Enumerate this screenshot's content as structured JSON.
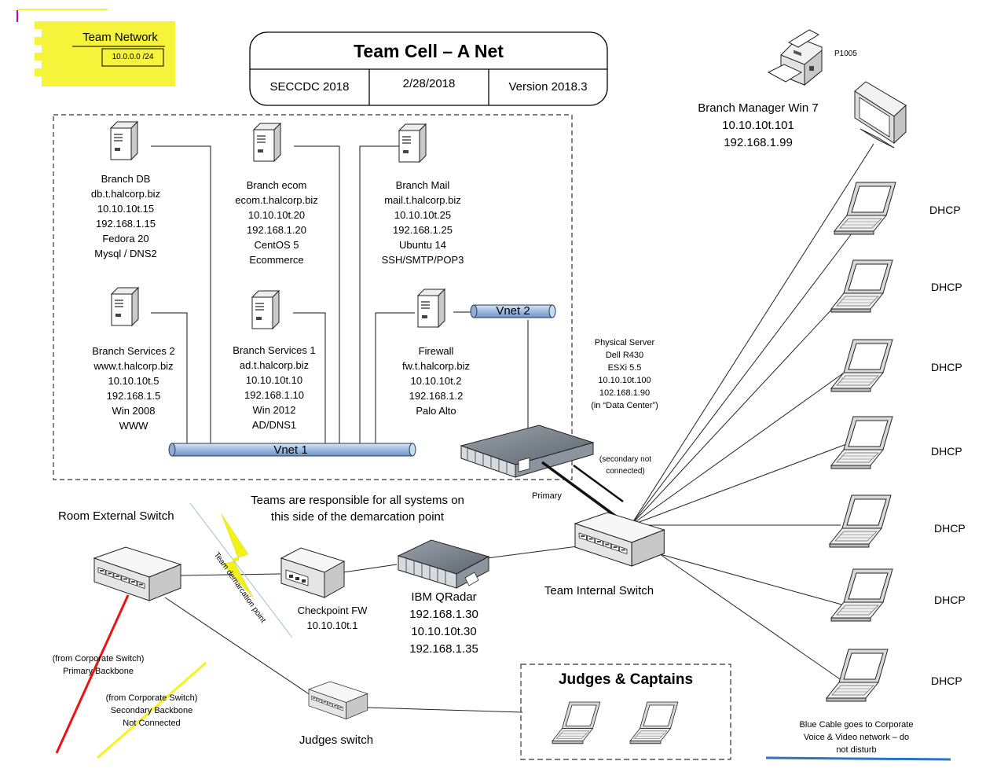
{
  "team_network": {
    "title": "Team Network",
    "subnet": "10.0.0.0 /24"
  },
  "title_block": {
    "title": "Team Cell – A Net",
    "event": "SECCDC 2018",
    "date": "2/28/2018",
    "version": "Version 2018.3"
  },
  "servers": [
    {
      "lines": [
        "Branch DB",
        "db.t.halcorp.biz",
        "10.10.10t.15",
        "192.168.1.15",
        "Fedora 20",
        "Mysql / DNS2"
      ]
    },
    {
      "lines": [
        "Branch ecom",
        "ecom.t.halcorp.biz",
        "10.10.10t.20",
        "192.168.1.20",
        "CentOS 5",
        "Ecommerce"
      ]
    },
    {
      "lines": [
        "Branch Mail",
        "mail.t.halcorp.biz",
        "10.10.10t.25",
        "192.168.1.25",
        "Ubuntu 14",
        "SSH/SMTP/POP3"
      ]
    },
    {
      "lines": [
        "Branch Services 2",
        "www.t.halcorp.biz",
        "10.10.10t.5",
        "192.168.1.5",
        "Win 2008",
        "WWW"
      ]
    },
    {
      "lines": [
        "Branch Services 1",
        "ad.t.halcorp.biz",
        "10.10.10t.10",
        "192.168.1.10",
        "Win 2012",
        "AD/DNS1"
      ]
    },
    {
      "lines": [
        "Firewall",
        "fw.t.halcorp.biz",
        "10.10.10t.2",
        "192.168.1.2",
        "Palo Alto"
      ]
    }
  ],
  "vnet1": "Vnet 1",
  "vnet2": "Vnet 2",
  "physical_server": {
    "lines": [
      "Physical Server",
      "Dell R430",
      "ESXi 5.5",
      "10.10.10t.100",
      "102.168.1.90",
      "(in “Data Center”)"
    ]
  },
  "secondary_note": "(secondary not connected)",
  "primary_label": "Primary",
  "printer_label": "P1005",
  "branch_manager": {
    "lines": [
      "Branch Manager Win 7",
      "10.10.10t.101",
      "192.168.1.99"
    ]
  },
  "dhcp_label": "DHCP",
  "laptop_count": 7,
  "demarcation_note": {
    "line1": "Teams are responsible for all systems on",
    "line2": "this side of the demarcation point"
  },
  "room_switch_label": "Room External Switch",
  "demarcation_label": "Team demarcation point",
  "checkpoint": {
    "name": "Checkpoint FW",
    "ip": "10.10.10t.1"
  },
  "qradar": {
    "lines": [
      "IBM QRadar",
      "192.168.1.30",
      "10.10.10t.30",
      "192.168.1.35"
    ]
  },
  "team_switch_label": "Team Internal Switch",
  "judges_switch_label": "Judges switch",
  "judges_box_label": "Judges & Captains",
  "primary_backbone": {
    "line1": "(from Corporate Switch)",
    "line2": "Primary Backbone"
  },
  "secondary_backbone": {
    "line1": "(from Corporate Switch)",
    "line2": "Secondary Backbone",
    "line3": "Not Connected"
  },
  "blue_cable_note": {
    "line1": "Blue Cable goes to Corporate",
    "line2": "Voice & Video network – do",
    "line3": "not disturb"
  },
  "colors": {
    "note_yellow": "#f5f33a",
    "cable_red": "#ee1111",
    "cable_yellow": "#f5f51a",
    "cable_blue": "#2a74c4",
    "vnet_fill": "#a9c4e4",
    "lightning": "#f2f21a"
  }
}
